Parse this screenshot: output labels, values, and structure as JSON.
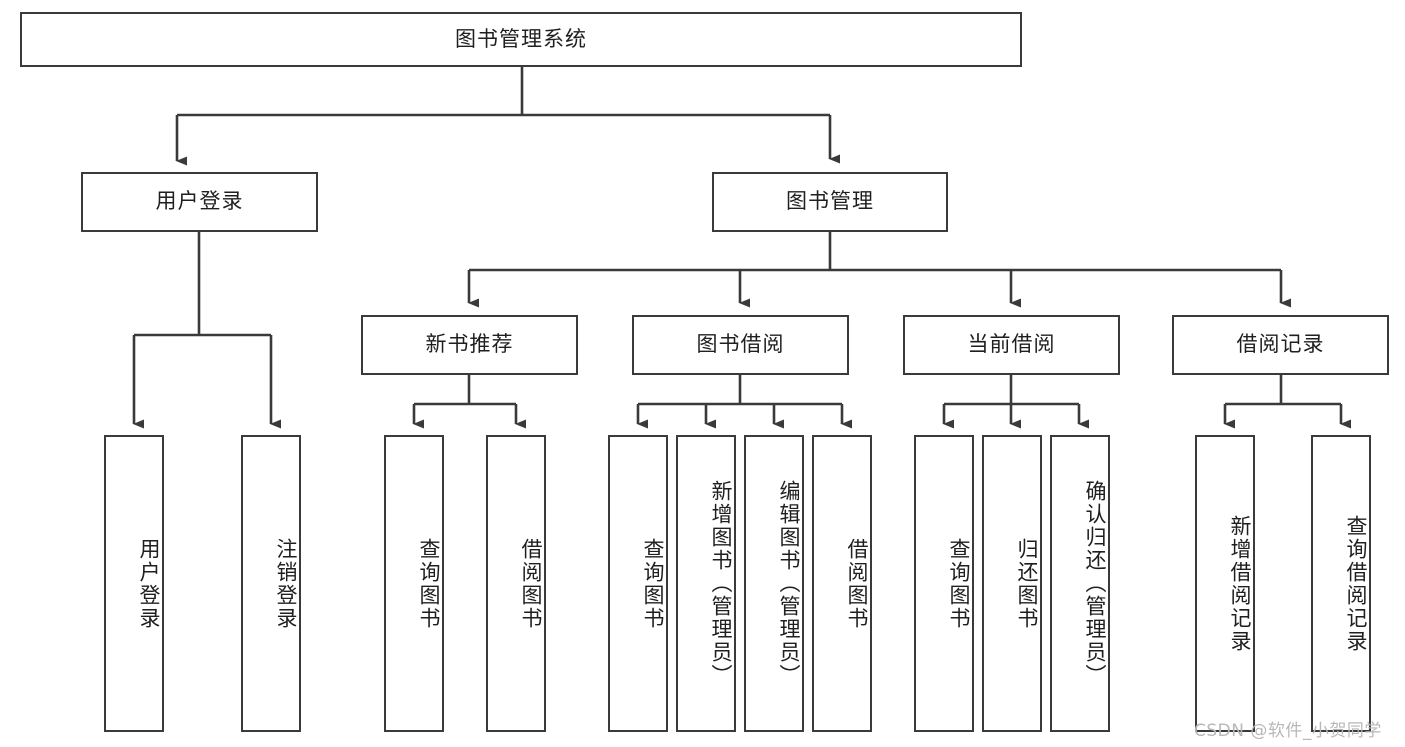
{
  "diagram": {
    "title": "图书管理系统",
    "type": "hierarchy-tree",
    "colors": {
      "stroke": "#3a3a3a",
      "fill": "#ffffff",
      "text": "#1f1f1f",
      "watermark": "#b8b8b8"
    },
    "levels": {
      "level1": {
        "label": "图书管理系统"
      },
      "level2": [
        {
          "label": "用户登录"
        },
        {
          "label": "图书管理"
        }
      ],
      "level3": [
        {
          "label": "新书推荐"
        },
        {
          "label": "图书借阅"
        },
        {
          "label": "当前借阅"
        },
        {
          "label": "借阅记录"
        }
      ],
      "leaves": {
        "user_login": [
          {
            "label": "用户登录"
          },
          {
            "label": "注销登录"
          }
        ],
        "new_book_recommend": [
          {
            "label": "查询图书"
          },
          {
            "label": "借阅图书"
          }
        ],
        "book_borrow": [
          {
            "label": "查询图书"
          },
          {
            "label": "新增图书（管理员）"
          },
          {
            "label": "编辑图书（管理员）"
          },
          {
            "label": "借阅图书"
          }
        ],
        "current_borrow": [
          {
            "label": "查询图书"
          },
          {
            "label": "归还图书"
          },
          {
            "label": "确认归还（管理员）"
          }
        ],
        "borrow_record": [
          {
            "label": "新增借阅记录"
          },
          {
            "label": "查询借阅记录"
          }
        ]
      }
    },
    "watermark": "CSDN @软件_小贺同学"
  }
}
